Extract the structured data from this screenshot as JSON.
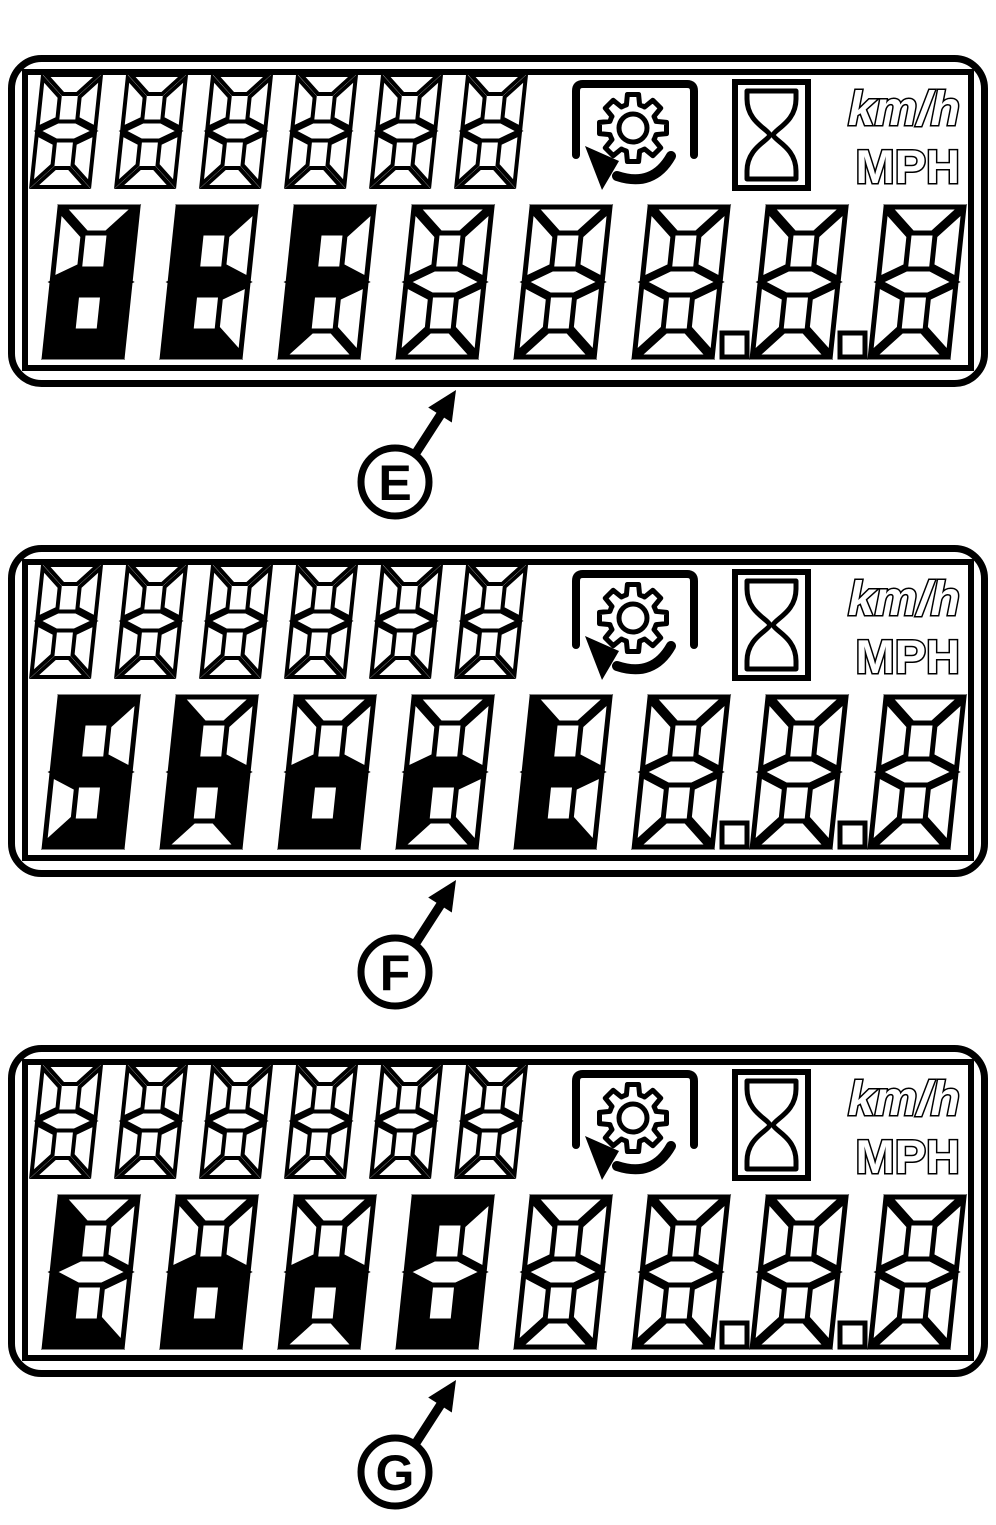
{
  "units": {
    "top": "km/h",
    "bottom": "MPH"
  },
  "panels": [
    {
      "callout": "E",
      "small_digits": "888888",
      "large_text": "dEF",
      "large_digits": [
        {
          "c": "d",
          "lit": true
        },
        {
          "c": "E",
          "lit": true
        },
        {
          "c": "F",
          "lit": true
        },
        {
          "c": "8",
          "lit": false
        },
        {
          "c": "8",
          "lit": false
        },
        {
          "c": "8",
          "lit": false,
          "dp": true
        },
        {
          "c": "8",
          "lit": false,
          "dp": true
        },
        {
          "c": "8",
          "lit": false
        }
      ]
    },
    {
      "callout": "F",
      "small_digits": "888888",
      "large_text": "Short",
      "large_digits": [
        {
          "c": "S",
          "lit": true
        },
        {
          "c": "h",
          "lit": true
        },
        {
          "c": "o",
          "lit": true
        },
        {
          "c": "r",
          "lit": true
        },
        {
          "c": "t",
          "lit": true
        },
        {
          "c": "8",
          "lit": false,
          "dp": true
        },
        {
          "c": "8",
          "lit": false,
          "dp": true
        },
        {
          "c": "8",
          "lit": false
        }
      ]
    },
    {
      "callout": "G",
      "small_digits": "888888",
      "large_text": "LonG",
      "large_digits": [
        {
          "c": "L",
          "lit": true
        },
        {
          "c": "o",
          "lit": true
        },
        {
          "c": "n",
          "lit": true
        },
        {
          "c": "G",
          "lit": true
        },
        {
          "c": "8",
          "lit": false
        },
        {
          "c": "8",
          "lit": false,
          "dp": true
        },
        {
          "c": "8",
          "lit": false,
          "dp": true
        },
        {
          "c": "8",
          "lit": false
        }
      ]
    }
  ]
}
